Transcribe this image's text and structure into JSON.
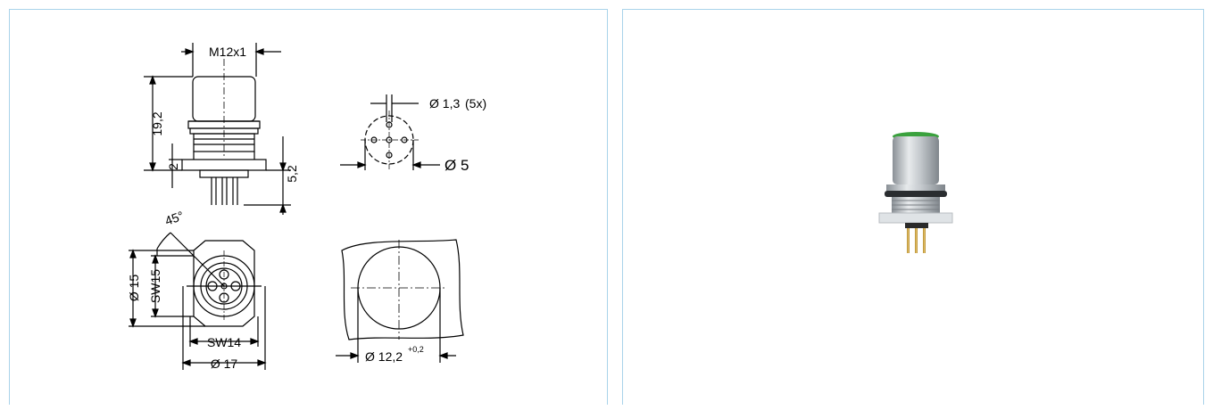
{
  "drawing": {
    "thread": "M12x1",
    "height_total": "19,2",
    "height_flange": "2",
    "height_pins": "5,2",
    "pin_diameter": "Ø 1,3",
    "pin_count": "(5x)",
    "pin_circle": "Ø 5",
    "angle": "45°",
    "diameter_front": "Ø 15",
    "wrench_front": "SW15",
    "wrench_bottom": "SW14",
    "diameter_flange": "Ø 17",
    "cutout": "Ø 12,2",
    "cutout_tol": "+0,2"
  },
  "colors": {
    "panel_border": "#a9d3ea",
    "cap_green": "#3aa13d",
    "metal": "#c8ccd0",
    "gold_pins": "#c9a13a"
  }
}
